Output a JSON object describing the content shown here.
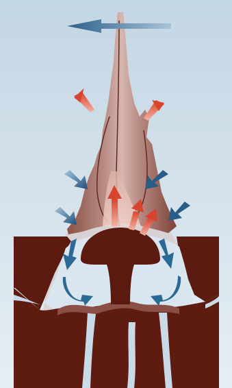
{
  "figure": {
    "description_visible_text": "",
    "colors": {
      "sky_top": "#c8d9e6",
      "sky_bottom": "#e3ecf2",
      "ground": "#5a1a10",
      "ground_dark": "#3f0f08",
      "spire_light": "#c9a8a2",
      "spire_mid": "#9a6257",
      "spire_dark": "#6b2f24",
      "rising_arrow": "#e0523c",
      "inflow_arrow": "#1f4e78",
      "outflow_arrow": "#2c6a95",
      "pale_cavity": "#dbe6ee"
    },
    "icons": {
      "top_arrow": "arrow-left",
      "rising_arrows": "arrow-up",
      "inflow_arrows": "arrow-inward",
      "cavity_arrows": "arrow-curved"
    }
  }
}
